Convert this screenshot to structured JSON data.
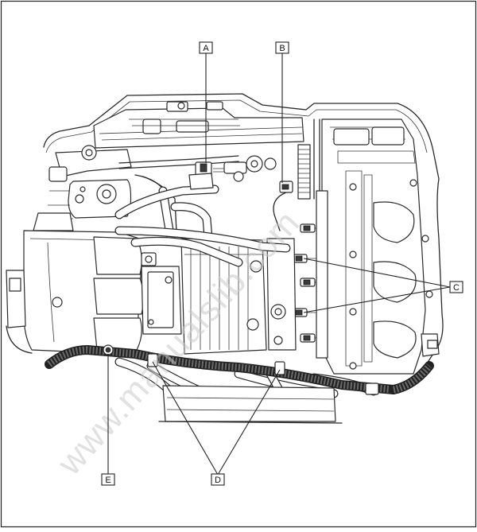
{
  "figure": {
    "watermark": "www.manualslib.com",
    "callouts": [
      {
        "id": "A",
        "label": "A"
      },
      {
        "id": "B",
        "label": "B"
      },
      {
        "id": "C",
        "label": "C"
      },
      {
        "id": "D",
        "label": "D"
      },
      {
        "id": "E",
        "label": "E"
      }
    ]
  }
}
